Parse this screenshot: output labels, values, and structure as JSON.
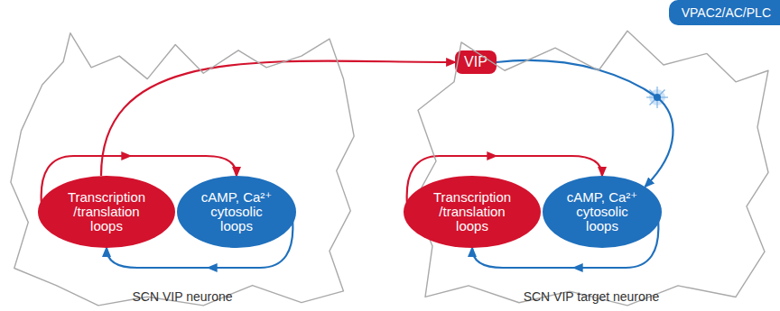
{
  "diagram": {
    "nodes": [
      {
        "text": [
          "VIP"
        ]
      },
      {
        "text": [
          "VPAC2/AC/PLC"
        ]
      },
      {
        "text": [
          "SCN VIP neurone"
        ]
      },
      {
        "text": [
          "Transcription /translation loops"
        ],
        "in": 2
      },
      {
        "text": [
          "cAMP, Ca²⁺ cytosolic loops"
        ],
        "in": 2
      },
      {
        "text": [
          "SCN VIP target neurone"
        ]
      },
      {
        "text": [
          "Transcription /translation loops"
        ],
        "in": 5
      },
      {
        "text": [
          "cAMP, Ca²⁺ cytosolic loops"
        ],
        "in": 5
      }
    ],
    "edges": [
      {
        "from": 3,
        "to": 4,
        "arrow": "to"
      },
      {
        "from": 4,
        "to": 3,
        "arrow": "to"
      },
      {
        "from": 3,
        "to": 0,
        "arrow": "to"
      },
      {
        "from": 0,
        "to": 7,
        "arrow": "to"
      },
      {
        "from": 6,
        "to": 7,
        "arrow": "to"
      },
      {
        "from": 7,
        "to": 6,
        "arrow": "to"
      }
    ]
  }
}
